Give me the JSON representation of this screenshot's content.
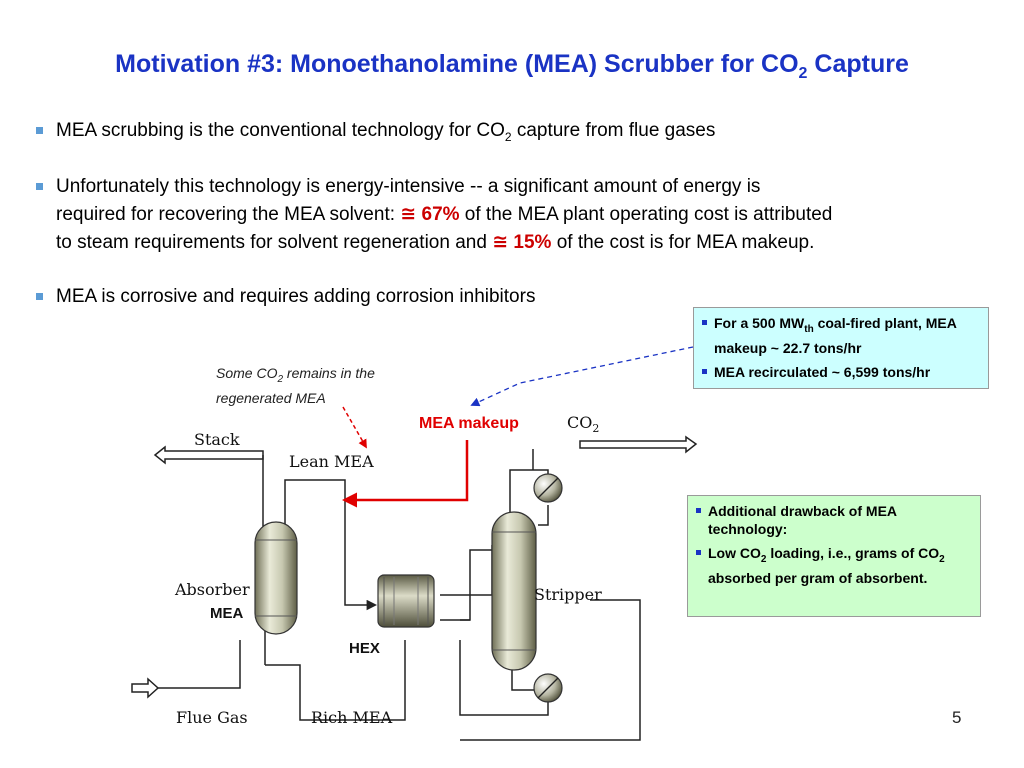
{
  "title": {
    "pre": "Motivation #3: Monoethanolamine (MEA) Scrubber for CO",
    "sub": "2",
    "post": " Capture"
  },
  "bullets": {
    "b1": {
      "pre": "MEA scrubbing is the conventional technology for CO",
      "sub": "2",
      "post": " capture from flue gases"
    },
    "b2": {
      "line1": "Unfortunately this technology is energy-intensive --  a significant amount of energy is",
      "line2_pre": "required for recovering the MEA solvent: ",
      "approx1": "≅ 67%",
      "line2_post": " of the MEA plant operating cost is attributed",
      "line3_pre": "to  steam requirements for solvent regeneration and  ",
      "approx2": "≅ 15%",
      "line3_post": " of the cost is for MEA makeup."
    },
    "b3": "MEA is corrosive and requires adding corrosion inhibitors"
  },
  "cyan_box": {
    "item1_pre": "For a 500 MW",
    "item1_sub": "th",
    "item1_post": " coal-fired plant, MEA makeup ~ 22.7 tons/hr",
    "item2": "MEA recirculated ~ 6,599 tons/hr"
  },
  "green_box": {
    "item1": "Additional drawback of MEA technology:",
    "item2_pre": "Low CO",
    "item2_sub": "2",
    "item2_mid": " loading, i.e., grams of CO",
    "item2_sub2": "2",
    "item2_post": " absorbed per gram of absorbent."
  },
  "note": {
    "pre": "Some CO",
    "sub": "2",
    "post": " remains in the",
    "line2": "regenerated MEA"
  },
  "diagram": {
    "stack": "Stack",
    "lean_mea": "Lean MEA",
    "mea_makeup": "MEA makeup",
    "co2_pre": "CO",
    "co2_sub": "2",
    "absorber": "Absorber",
    "mea": "MEA",
    "hex": "HEX",
    "stripper": "Stripper",
    "flue_gas": "Flue Gas",
    "rich_mea": "Rich MEA"
  },
  "page_number": "5",
  "colors": {
    "title": "#1a33c4",
    "accent_red": "#cc0000",
    "cyan_box": "#ccffff",
    "green_box": "#ccffcc",
    "bullet": "#5b9bd5"
  }
}
